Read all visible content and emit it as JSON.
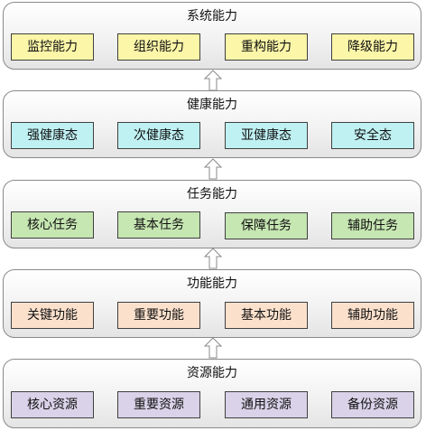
{
  "layers": [
    {
      "title": "系统能力",
      "color": "#fbf6a8",
      "items": [
        "监控能力",
        "组织能力",
        "重构能力",
        "降级能力"
      ]
    },
    {
      "title": "健康能力",
      "color": "#bff0f2",
      "items": [
        "强健康态",
        "次健康态",
        "亚健康态",
        "安全态"
      ]
    },
    {
      "title": "任务能力",
      "color": "#c6e6b2",
      "items": [
        "核心任务",
        "基本任务",
        "保障任务",
        "辅助任务"
      ]
    },
    {
      "title": "功能能力",
      "color": "#fbe0cc",
      "items": [
        "关键功能",
        "重要功能",
        "基本功能",
        "辅助功能"
      ]
    },
    {
      "title": "资源能力",
      "color": "#d9d2e8",
      "items": [
        "核心资源",
        "重要资源",
        "通用资源",
        "备份资源"
      ]
    }
  ]
}
